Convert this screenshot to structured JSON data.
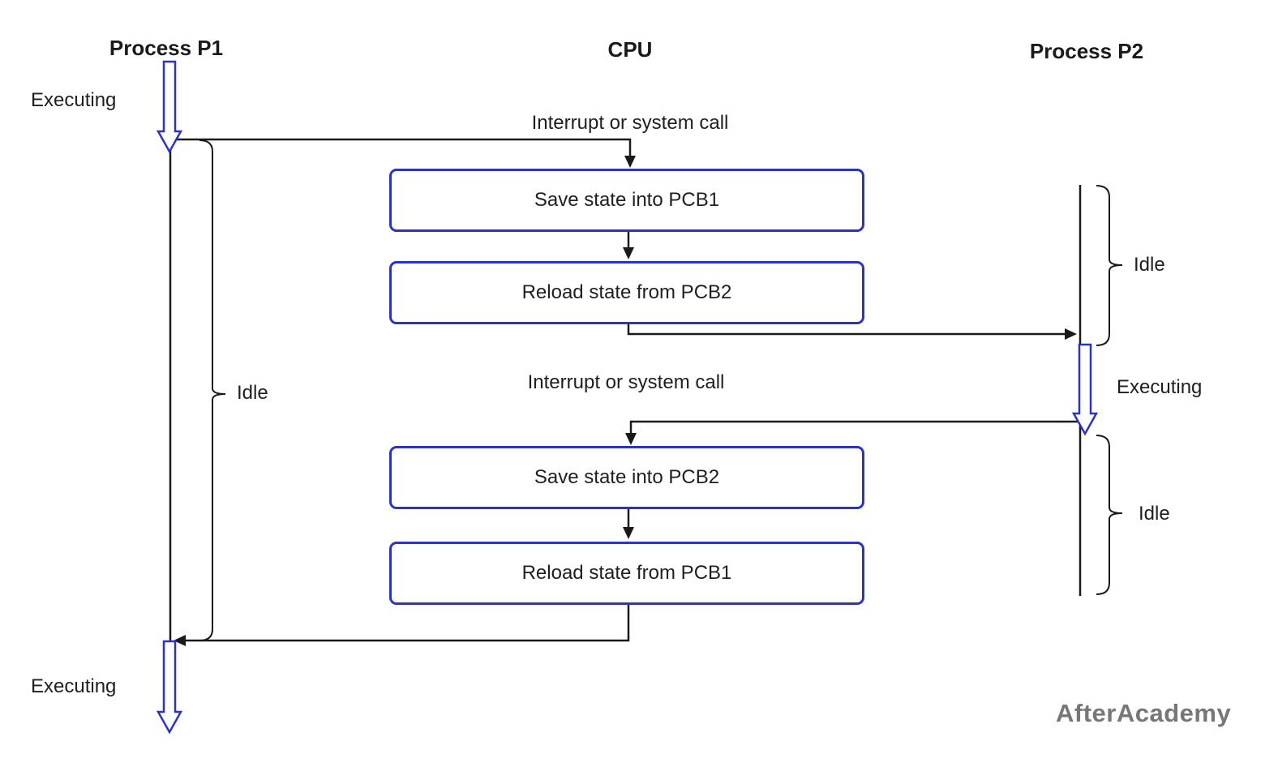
{
  "diagram": {
    "type": "flow-diagram",
    "subject": "CPU context switch between two processes",
    "columns": {
      "p1": "Process P1",
      "cpu": "CPU",
      "p2": "Process P2"
    },
    "boxes": [
      {
        "label": "Save state into PCB1"
      },
      {
        "label": "Reload state from PCB2"
      },
      {
        "label": "Save state into PCB2"
      },
      {
        "label": "Reload state from PCB1"
      }
    ],
    "labels": {
      "executing_p1_top": "Executing",
      "executing_p2": "Executing",
      "executing_p1_bottom": "Executing",
      "idle_p1": "Idle",
      "idle_p2_top": "Idle",
      "idle_p2_bottom": "Idle",
      "interrupt_top": "Interrupt or system call",
      "interrupt_bottom": "Interrupt or system call"
    },
    "watermark": "AfterAcademy",
    "colors": {
      "shape_blue": "#2a33c2",
      "line_black": "#1a1a1a",
      "watermark_gray": "#777777",
      "background": "#ffffff"
    }
  }
}
